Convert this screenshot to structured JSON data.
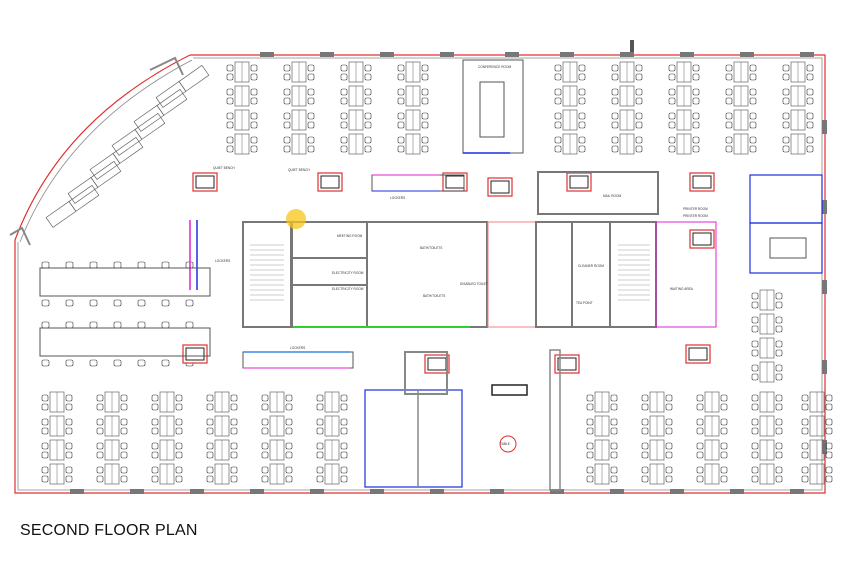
{
  "title": "SECOND FLOOR PLAN",
  "labels": {
    "quiet_bench_1": "QUIET BENCH",
    "quiet_bench_2": "QUIET BENCH",
    "lockers_top": "LOCKERS",
    "lockers_left": "LOCKERS",
    "lockers_mid": "LOCKERS",
    "meeting_room": "MEETING ROOM",
    "electricity_room_1": "ELECTRICITY ROOM",
    "electricity_room_2": "ELECTRICITY ROOM",
    "bath_top": "BATH/TOILETS",
    "bath_bottom": "BATH/TOILETS",
    "disabled_toilet": "DISABLED TOILET",
    "mail_room": "MAIL ROOM",
    "printer_room_1": "PRINTER ROOM",
    "printer_room_2": "PRINTER ROOM",
    "cleaner_room": "CLEANER ROOM",
    "tea_point": "TEA POINT",
    "waiting_area": "WAITING AREA",
    "conference_room": "CONFERENCE ROOM",
    "table": "TABLE"
  },
  "colors": {
    "wall": "#7a7a7a",
    "exterior": "#e03030",
    "glazing": "#1a2fe0",
    "accent_magenta": "#e020d0",
    "accent_green": "#30d030",
    "highlight": "#f5c518"
  }
}
